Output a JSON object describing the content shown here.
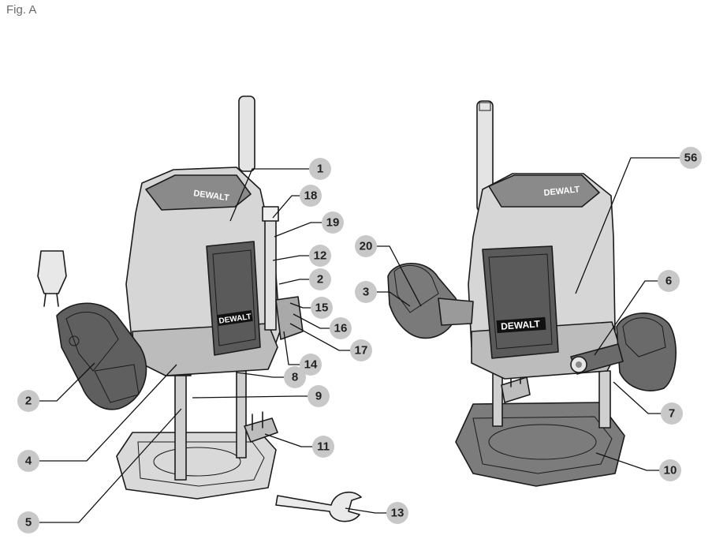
{
  "figure_label": "Fig. A",
  "brand_text": "DEWALT",
  "colors": {
    "callout_fill": "#c8c8c8",
    "body_gray": "#d6d6d6",
    "dark_gray": "#6e6e6e",
    "line": "#1b1b1b"
  },
  "callouts": [
    "1",
    "18",
    "19",
    "12",
    "2",
    "15",
    "16",
    "17",
    "14",
    "8",
    "9",
    "2",
    "4",
    "11",
    "5",
    "13",
    "56",
    "20",
    "3",
    "6",
    "7",
    "10"
  ]
}
